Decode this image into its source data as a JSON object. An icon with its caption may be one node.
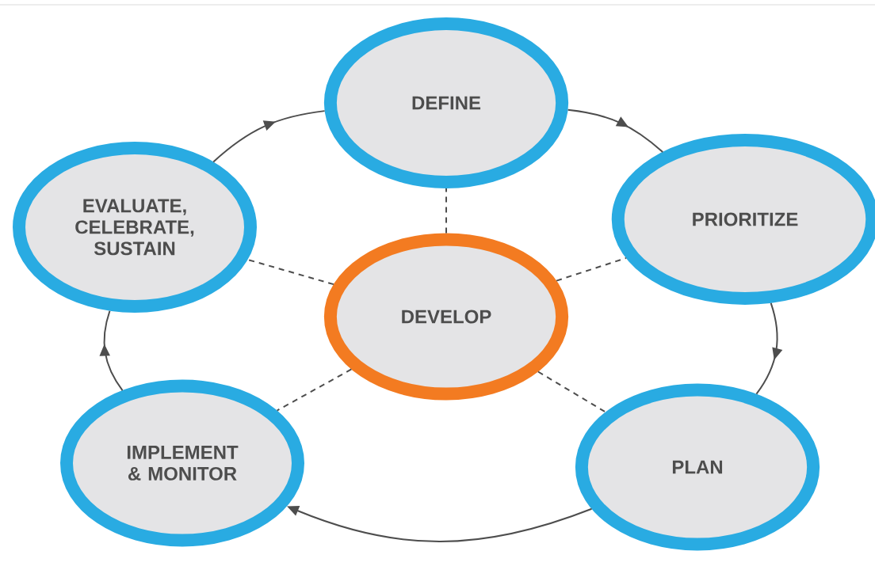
{
  "diagram": {
    "nodes": [
      {
        "text": [
          "DEFINE"
        ]
      },
      {
        "text": [
          "PRIORITIZE"
        ]
      },
      {
        "text": [
          "PLAN"
        ]
      },
      {
        "text": [
          "IMPLEMENT & MONITOR"
        ]
      },
      {
        "text": [
          "EVALUATE, CELEBRATE, SUSTAIN"
        ]
      },
      {
        "text": [
          "DEVELOP"
        ]
      }
    ],
    "edges": [
      {
        "from": 0,
        "to": 1,
        "arrow": "to"
      },
      {
        "from": 1,
        "to": 2,
        "arrow": "to"
      },
      {
        "from": 2,
        "to": 3,
        "arrow": "to"
      },
      {
        "from": 3,
        "to": 4,
        "arrow": "to"
      },
      {
        "from": 4,
        "to": 0,
        "arrow": "to"
      },
      {
        "from": 5,
        "to": 0,
        "arrow": "none",
        "style": "dashed"
      },
      {
        "from": 5,
        "to": 1,
        "arrow": "none",
        "style": "dashed"
      },
      {
        "from": 5,
        "to": 2,
        "arrow": "none",
        "style": "dashed"
      },
      {
        "from": 5,
        "to": 3,
        "arrow": "none",
        "style": "dashed"
      },
      {
        "from": 5,
        "to": 4,
        "arrow": "none",
        "style": "dashed"
      }
    ]
  }
}
